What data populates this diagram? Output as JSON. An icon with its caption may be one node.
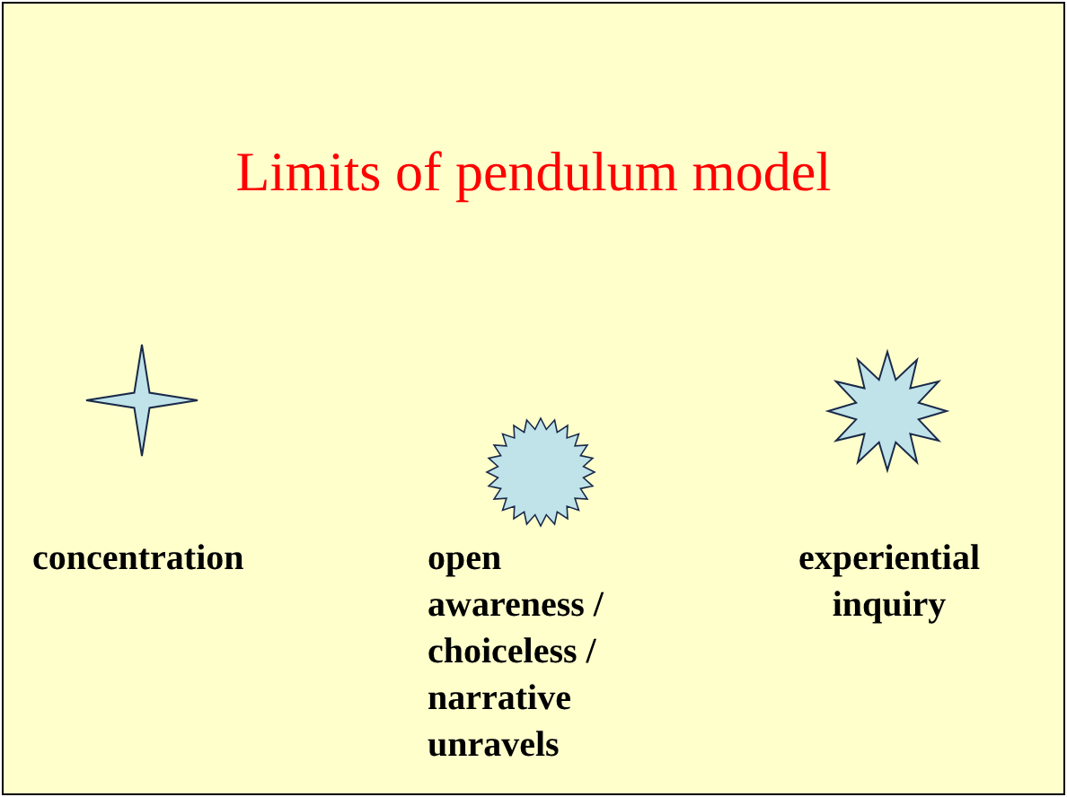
{
  "diagram": {
    "title": "Limits of pendulum model",
    "labels": [
      "concentration",
      "open awareness / choiceless / narrative unravels",
      "experiential inquiry"
    ]
  }
}
